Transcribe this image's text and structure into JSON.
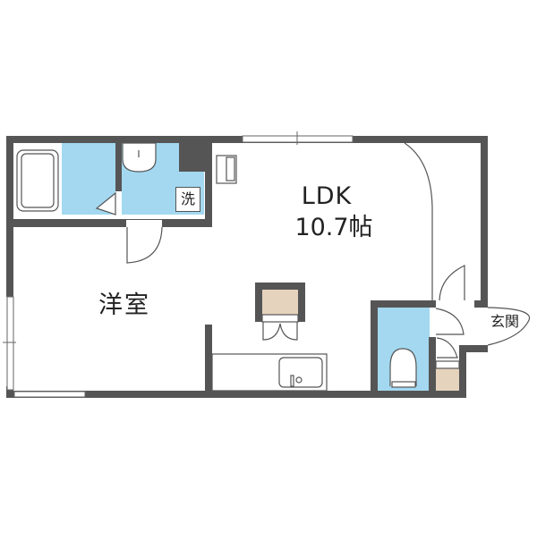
{
  "floor_plan": {
    "rooms": [
      {
        "id": "ldk",
        "name": "LDK",
        "size": "10.7帖"
      },
      {
        "id": "western_room",
        "name": "洋室"
      },
      {
        "id": "entrance",
        "name": "玄関"
      },
      {
        "id": "washroom",
        "name": "洗"
      }
    ],
    "colors": {
      "wall": "#555555",
      "wet_area": "#a3d8f0",
      "storage": "#e6d3bd",
      "background": "#ffffff"
    }
  }
}
